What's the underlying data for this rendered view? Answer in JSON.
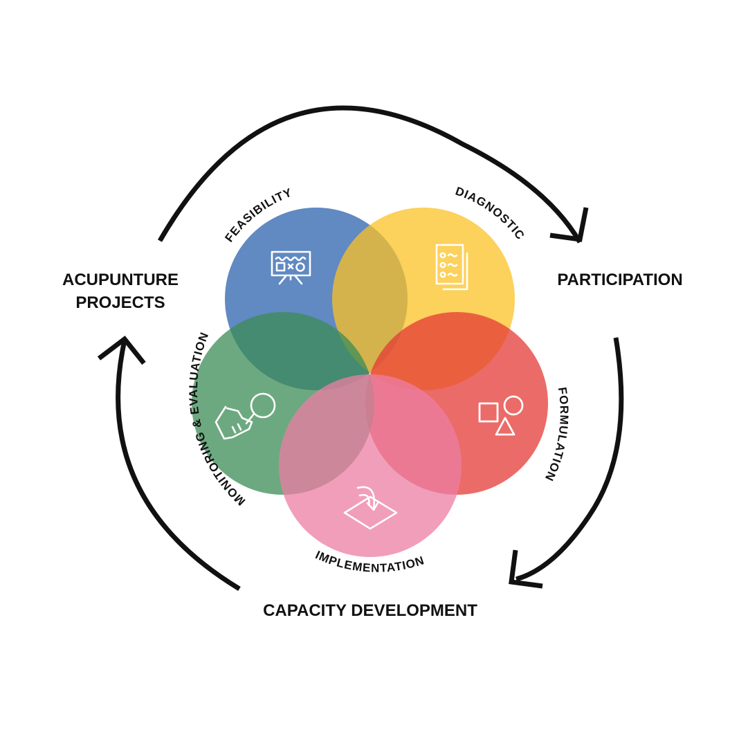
{
  "outer_labels": {
    "top_left_line1": "ACUPUNTURE",
    "top_left_line2": "PROJECTS",
    "right": "PARTICIPATION",
    "bottom": "CAPACITY DEVELOPMENT"
  },
  "phases": [
    {
      "label": "FEASIBILITY",
      "color": "#2c62ae",
      "icon": "presentation-board-icon"
    },
    {
      "label": "DIAGNOSTIC",
      "color": "#fbc125",
      "icon": "checklist-document-icon"
    },
    {
      "label": "FORMULATION",
      "color": "#e43a36",
      "icon": "shapes-icon"
    },
    {
      "label": "IMPLEMENTATION",
      "color": "#ec7da3",
      "icon": "arrow-into-tray-icon"
    },
    {
      "label": "MONITORING & EVALUATION",
      "color": "#3c8c55",
      "icon": "hand-magnifier-icon"
    }
  ],
  "colors": {
    "arrows": "#111111",
    "text": "#111111",
    "icon_stroke": "#ffffff"
  }
}
